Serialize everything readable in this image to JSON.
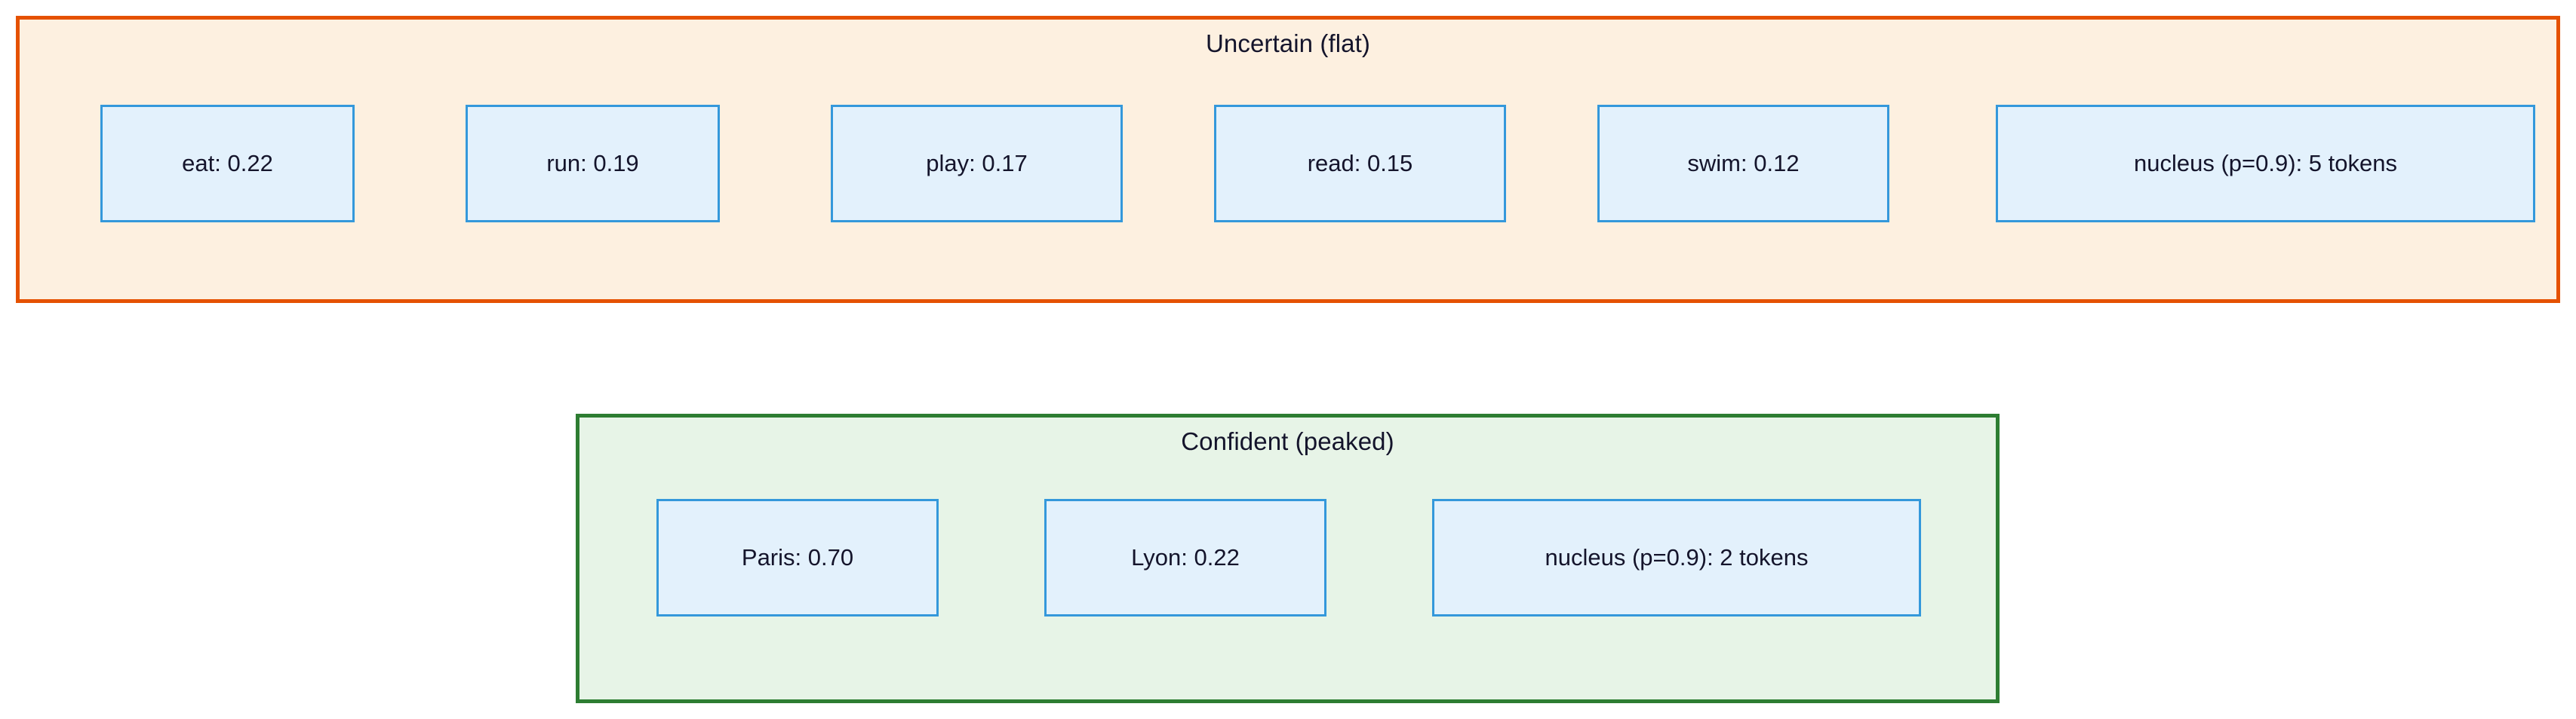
{
  "diagram": {
    "type": "nucleus-sampling-comparison",
    "background_color": "#ffffff",
    "groups": [
      {
        "id": "uncertain",
        "title": "Uncertain (flat)",
        "border_color": "#e55100",
        "fill_color": "#fdf0e0",
        "box_border_color": "#3498db",
        "box_fill_color": "#e3f1fc",
        "nodes": [
          {
            "label": "eat: 0.22",
            "token": "eat",
            "prob": 0.22
          },
          {
            "label": "run: 0.19",
            "token": "run",
            "prob": 0.19
          },
          {
            "label": "play: 0.17",
            "token": "play",
            "prob": 0.17
          },
          {
            "label": "read: 0.15",
            "token": "read",
            "prob": 0.15
          },
          {
            "label": "swim: 0.12",
            "token": "swim",
            "prob": 0.12
          },
          {
            "label": "nucleus (p=0.9): 5 tokens",
            "token": "nucleus",
            "p": 0.9,
            "tokens": 5
          }
        ]
      },
      {
        "id": "confident",
        "title": "Confident (peaked)",
        "border_color": "#2d7d32",
        "fill_color": "#e7f4e7",
        "box_border_color": "#3498db",
        "box_fill_color": "#e3f1fc",
        "nodes": [
          {
            "label": "Paris: 0.70",
            "token": "Paris",
            "prob": 0.7
          },
          {
            "label": "Lyon: 0.22",
            "token": "Lyon",
            "prob": 0.22
          },
          {
            "label": "nucleus (p=0.9): 2 tokens",
            "token": "nucleus",
            "p": 0.9,
            "tokens": 2
          }
        ]
      }
    ]
  }
}
